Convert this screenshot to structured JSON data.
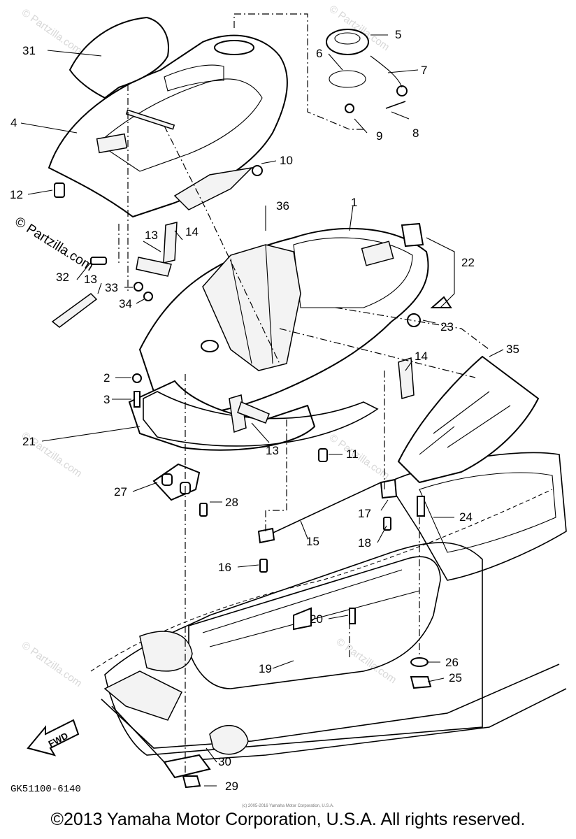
{
  "watermark": "© Partzilla.com",
  "diagram_code": "GK51100-6140",
  "fwd_label": "FWD",
  "copyright": "©2013 Yamaha Motor Corporation, U.S.A. All rights reserved.",
  "fine_print": "(c) 2005-2016 Yamaha Motor Corporation, U.S.A.",
  "callouts": [
    "1",
    "2",
    "3",
    "4",
    "5",
    "6",
    "7",
    "8",
    "9",
    "10",
    "11",
    "12",
    "13",
    "13",
    "13",
    "14",
    "14",
    "15",
    "16",
    "17",
    "18",
    "19",
    "20",
    "21",
    "22",
    "23",
    "24",
    "25",
    "26",
    "27",
    "28",
    "29",
    "30",
    "31",
    "32",
    "33",
    "34",
    "35",
    "36"
  ]
}
